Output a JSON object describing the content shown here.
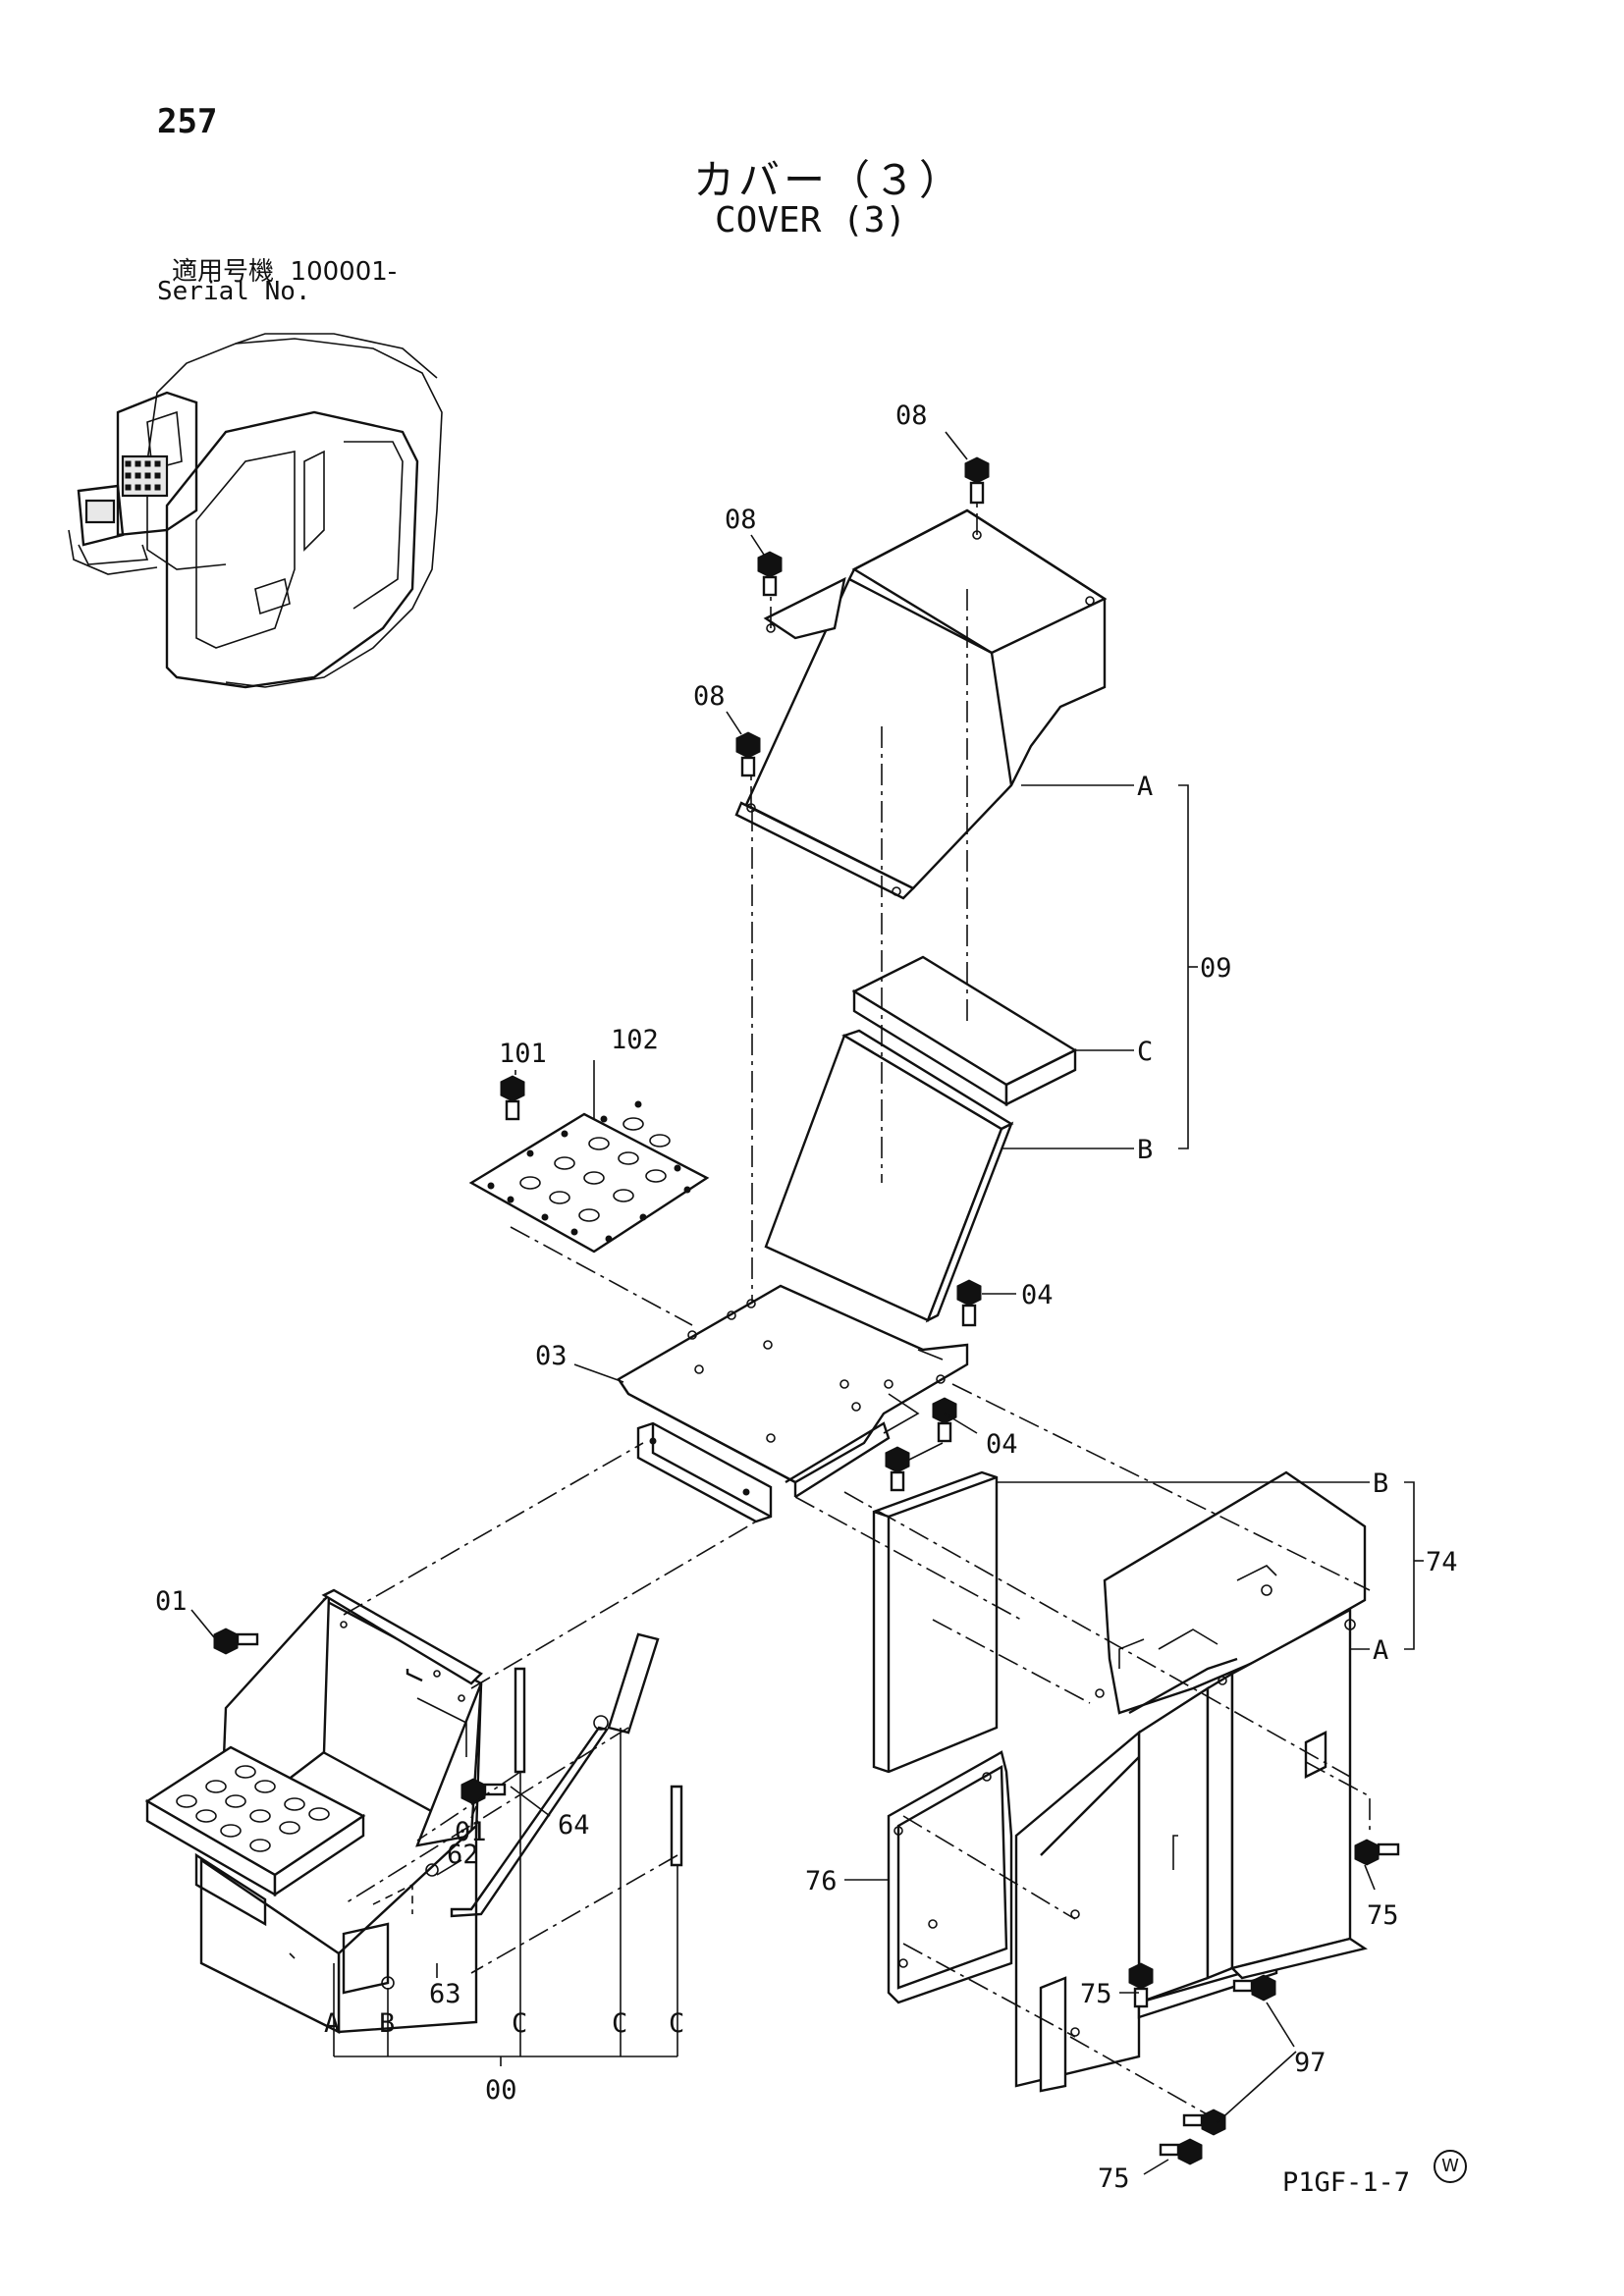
{
  "page": {
    "number": "257",
    "title_jp": "カバー（３）",
    "title_en": "COVER (3)",
    "serial_label_jp": "適用号機",
    "serial_value": "100001-",
    "serial_label_en": "Serial No.",
    "ref_code": "P1GF-1-7",
    "mark": "W"
  },
  "callouts": {
    "c08a": "08",
    "c08b": "08",
    "c08c": "08",
    "cA1": "A",
    "c09": "09",
    "cC1": "C",
    "cB1": "B",
    "c101": "101",
    "c102": "102",
    "c04a": "04",
    "c03": "03",
    "c04b": "04",
    "cB2": "B",
    "c74": "74",
    "cA2": "A",
    "c01a": "01",
    "c01b": "01",
    "c64": "64",
    "c62": "62",
    "c63": "63",
    "c76": "76",
    "c75a": "75",
    "c75b": "75",
    "c97": "97",
    "c75c": "75",
    "bA": "A",
    "bB": "B",
    "bC1": "C",
    "bC2": "C",
    "bC3": "C",
    "c00": "00"
  }
}
